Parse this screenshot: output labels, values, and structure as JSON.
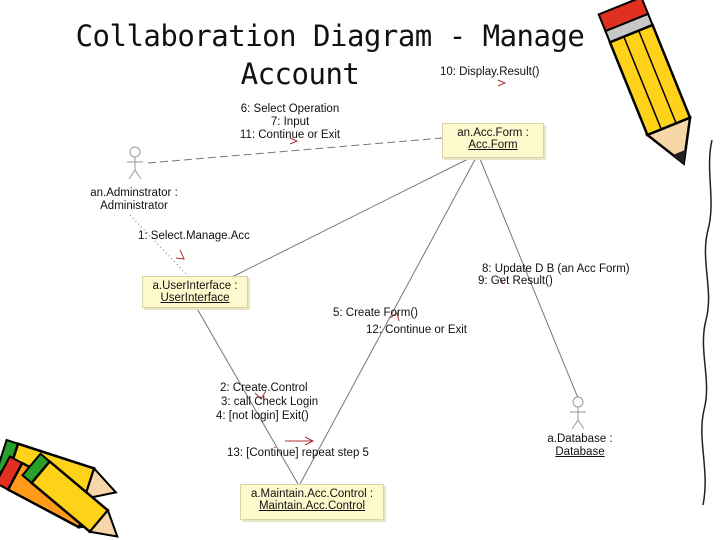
{
  "title": {
    "line1": "Collaboration Diagram - Manage",
    "line2": "Account"
  },
  "actors": {
    "administrator": {
      "name": "an.Adminstrator :",
      "type": "Administrator"
    }
  },
  "objects": {
    "acc_form": {
      "name": "an.Acc.Form :",
      "type": "Acc.Form"
    },
    "user_interface": {
      "name": "a.UserInterface :",
      "type": "UserInterface"
    },
    "database": {
      "name": "a.Database :",
      "type": "Database"
    },
    "maintain_control": {
      "name": "a.Maintain.Acc.Control :",
      "type": "Maintain.Acc.Control"
    }
  },
  "messages": {
    "m10": "10: Display.Result()",
    "m6": "6: Select Operation",
    "m7": "7: Input",
    "m11": "11: Continue or Exit",
    "m1": "1: Select.Manage.Acc",
    "m8": "8: Update D B (an Acc Form)",
    "m9": "9: Get Result()",
    "m5": "5: Create Form()",
    "m12": "12: Continue or Exit",
    "m2": "2: Create.Control",
    "m3": "3: call Check Login",
    "m4": "4: [not login] Exit()",
    "m13": "13: [Continue] repeat step 5"
  }
}
